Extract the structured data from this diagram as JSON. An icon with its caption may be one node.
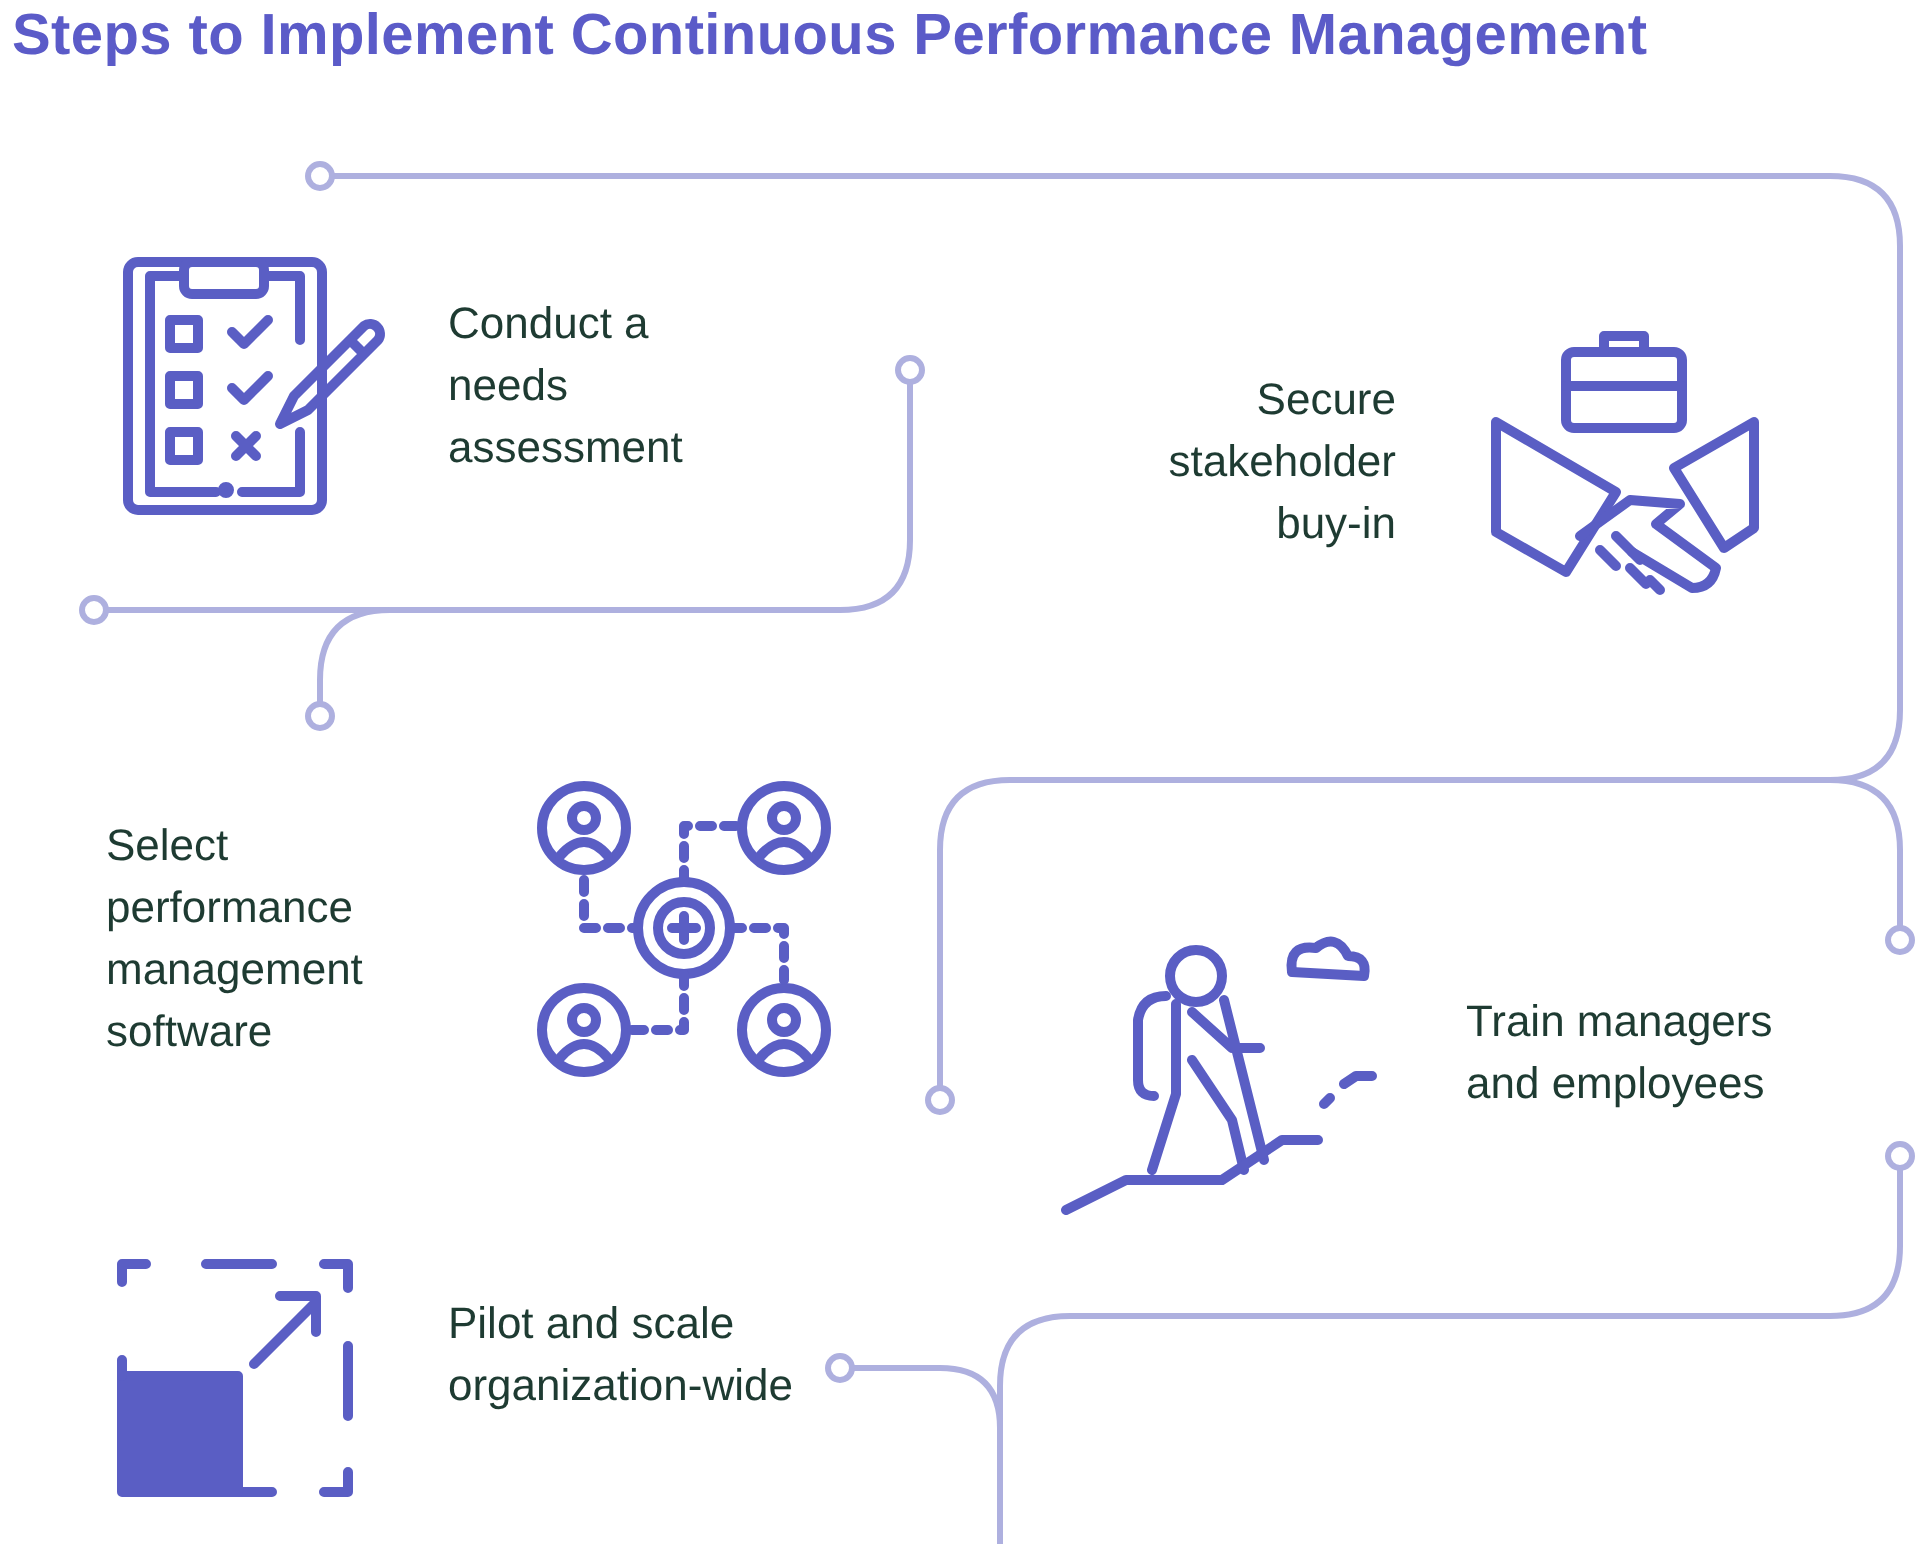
{
  "diagram": {
    "title": "Steps to Implement Continuous Performance Management",
    "labels": [
      "Conduct a needs assessment",
      "Secure stakeholder buy-in",
      "Select performance management software",
      "Train managers and employees",
      "Pilot and scale organization-wide"
    ]
  }
}
